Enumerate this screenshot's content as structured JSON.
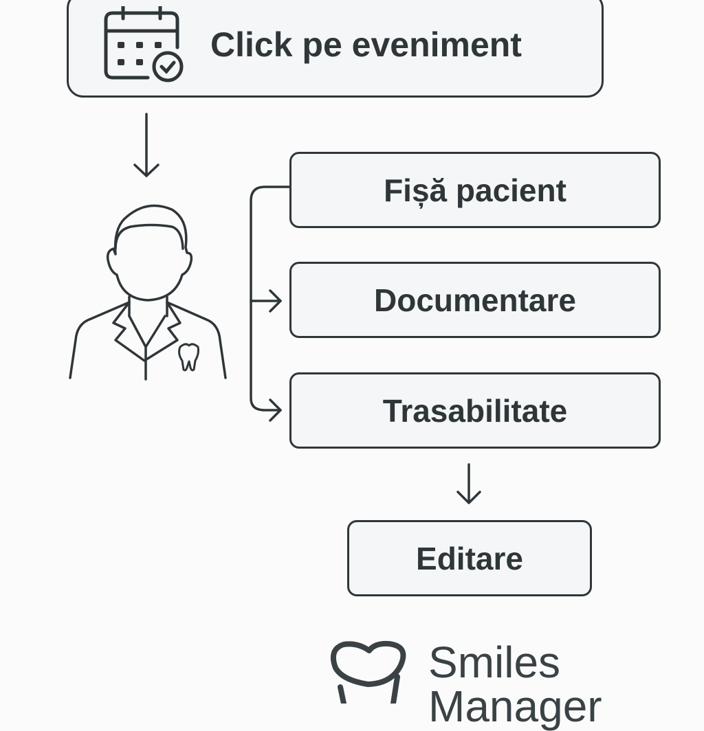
{
  "diagram": {
    "start": {
      "label": "Click pe eveniment",
      "icon": "calendar-check-icon"
    },
    "actor": {
      "icon": "dentist-icon"
    },
    "options": [
      {
        "label": "Fișă pacient"
      },
      {
        "label": "Documentare"
      },
      {
        "label": "Trasabilitate"
      }
    ],
    "end": {
      "label": "Editare"
    }
  },
  "logo": {
    "line1": "Smiles",
    "line2": "Manager"
  },
  "colors": {
    "stroke": "#2f3639",
    "box_fill": "#f5f6f7",
    "background": "#fbfbfb"
  }
}
